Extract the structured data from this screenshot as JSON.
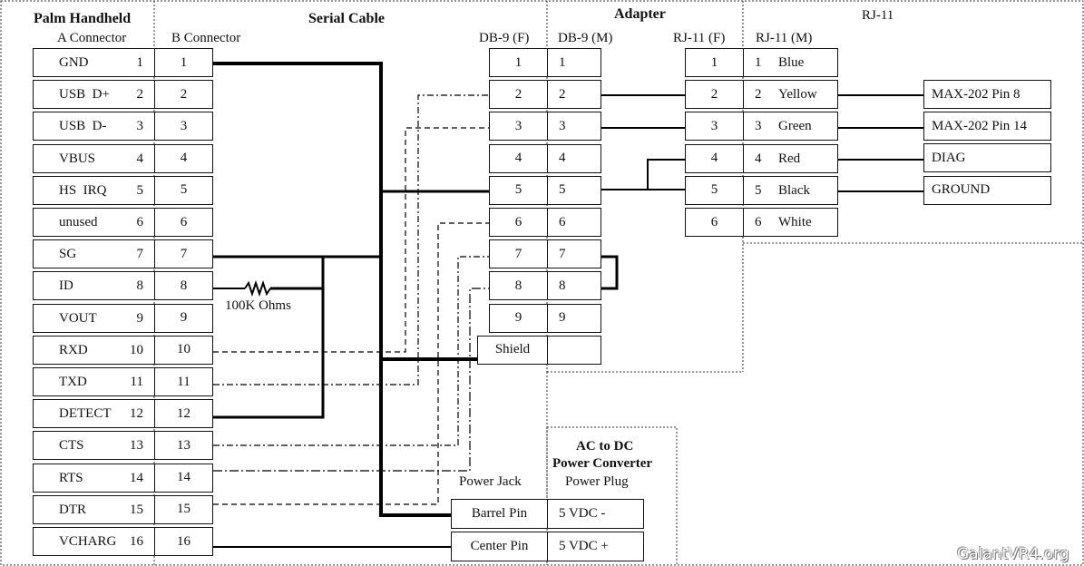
{
  "sections": {
    "palm": {
      "title": "Palm Handheld",
      "a_label": "A Connector",
      "b_label": "B Connector"
    },
    "serial": {
      "title": "Serial Cable"
    },
    "adapter": {
      "title": "Adapter",
      "db9f": "DB-9 (F)",
      "db9m": "DB-9 (M)",
      "rj11f": "RJ-11 (F)"
    },
    "rj11": {
      "title": "RJ-11",
      "rj11m": "RJ-11 (M)"
    },
    "power": {
      "title1": "AC to DC",
      "title2": "Power Converter",
      "jack": "Power Jack",
      "plug": "Power Plug"
    }
  },
  "palm_pins": [
    {
      "name": "GND",
      "num": "1"
    },
    {
      "name": "USB  D+",
      "num": "2"
    },
    {
      "name": "USB  D-",
      "num": "3"
    },
    {
      "name": "VBUS",
      "num": "4"
    },
    {
      "name": "HS  IRQ",
      "num": "5"
    },
    {
      "name": "unused",
      "num": "6"
    },
    {
      "name": "SG",
      "num": "7"
    },
    {
      "name": "ID",
      "num": "8"
    },
    {
      "name": "VOUT",
      "num": "9"
    },
    {
      "name": "RXD",
      "num": "10"
    },
    {
      "name": "TXD",
      "num": "11"
    },
    {
      "name": "DETECT",
      "num": "12"
    },
    {
      "name": "CTS",
      "num": "13"
    },
    {
      "name": "RTS",
      "num": "14"
    },
    {
      "name": "DTR",
      "num": "15"
    },
    {
      "name": "VCHARG",
      "num": "16"
    }
  ],
  "b_pins": [
    "1",
    "2",
    "3",
    "4",
    "5",
    "6",
    "7",
    "8",
    "9",
    "10",
    "11",
    "12",
    "13",
    "14",
    "15",
    "16"
  ],
  "db9f_pins": [
    "1",
    "2",
    "3",
    "4",
    "5",
    "6",
    "7",
    "8",
    "9",
    "Shield"
  ],
  "db9m_pins": [
    "1",
    "2",
    "3",
    "4",
    "5",
    "6",
    "7",
    "8",
    "9",
    ""
  ],
  "rj11f_pins": [
    "1",
    "2",
    "3",
    "4",
    "5",
    "6"
  ],
  "rj11m_pins": [
    {
      "num": "1",
      "color": "Blue"
    },
    {
      "num": "2",
      "color": "Yellow"
    },
    {
      "num": "3",
      "color": "Green"
    },
    {
      "num": "4",
      "color": "Red"
    },
    {
      "num": "5",
      "color": "Black"
    },
    {
      "num": "6",
      "color": "White"
    }
  ],
  "targets": [
    "MAX-202 Pin 8",
    "MAX-202 Pin 14",
    "DIAG",
    "GROUND"
  ],
  "resistor": {
    "label": "100K Ohms"
  },
  "power_jack": [
    "Barrel Pin",
    "Center Pin"
  ],
  "power_plug": [
    "5 VDC -",
    "5 VDC +"
  ],
  "watermark": "GalantVR4.org"
}
